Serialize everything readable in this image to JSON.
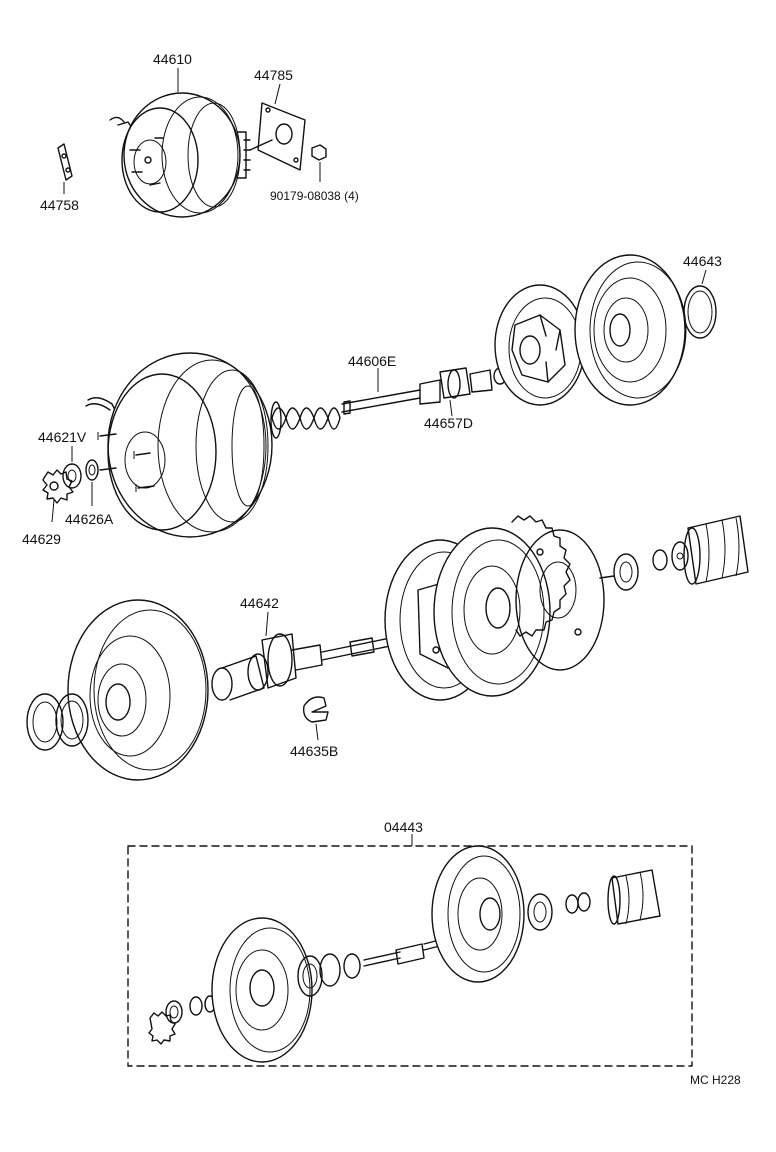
{
  "diagram": {
    "part_labels": {
      "p44610": "44610",
      "p44785": "44785",
      "p90179": "90179-08038 (4)",
      "p44758": "44758",
      "p44643": "44643",
      "p44606E": "44606E",
      "p44657D": "44657D",
      "p44621V": "44621V",
      "p44626A": "44626A",
      "p44629": "44629",
      "p44642": "44642",
      "p44635B": "44635B",
      "p04443": "04443"
    },
    "drawing_code": "MC H228"
  },
  "colors": {
    "line": "#111111",
    "background": "#ffffff"
  }
}
